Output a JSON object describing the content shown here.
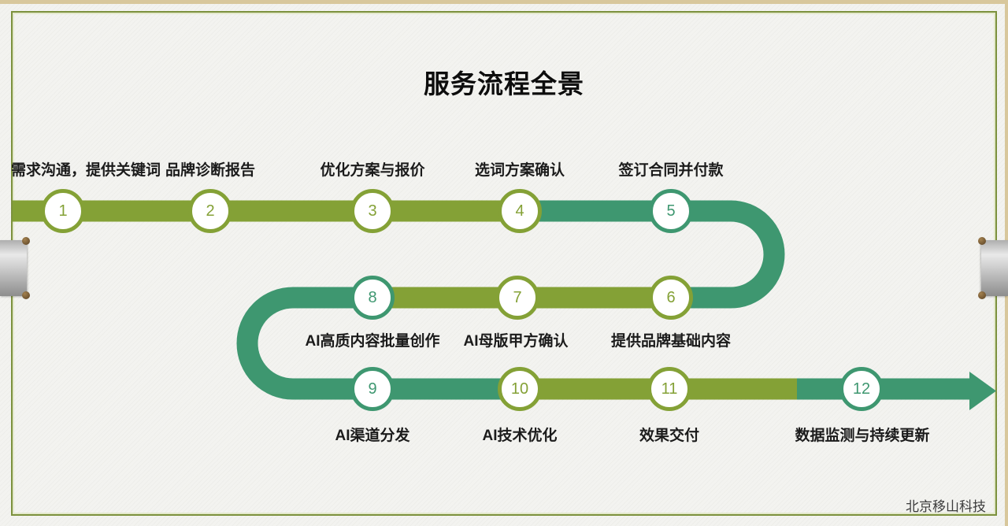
{
  "title": "服务流程全景",
  "brand": "北京移山科技",
  "colors": {
    "olive": "#84A136",
    "teal": "#3E9770",
    "frame": "#7C913D",
    "tan": "#D8C79C",
    "background": "#F3F3F0"
  },
  "steps": [
    {
      "num": "1",
      "label": "需求沟通，提供关键词",
      "theme": "olive"
    },
    {
      "num": "2",
      "label": "品牌诊断报告",
      "theme": "olive"
    },
    {
      "num": "3",
      "label": "优化方案与报价",
      "theme": "olive"
    },
    {
      "num": "4",
      "label": "选词方案确认",
      "theme": "olive"
    },
    {
      "num": "5",
      "label": "签订合同并付款",
      "theme": "teal"
    },
    {
      "num": "6",
      "label": "提供品牌基础内容",
      "theme": "olive"
    },
    {
      "num": "7",
      "label": "AI母版甲方确认",
      "theme": "olive"
    },
    {
      "num": "8",
      "label": "AI高质内容批量创作",
      "theme": "teal"
    },
    {
      "num": "9",
      "label": "AI渠道分发",
      "theme": "teal"
    },
    {
      "num": "10",
      "label": "AI技术优化",
      "theme": "olive"
    },
    {
      "num": "11",
      "label": "效果交付",
      "theme": "olive"
    },
    {
      "num": "12",
      "label": "数据监测与持续更新",
      "theme": "teal"
    }
  ]
}
